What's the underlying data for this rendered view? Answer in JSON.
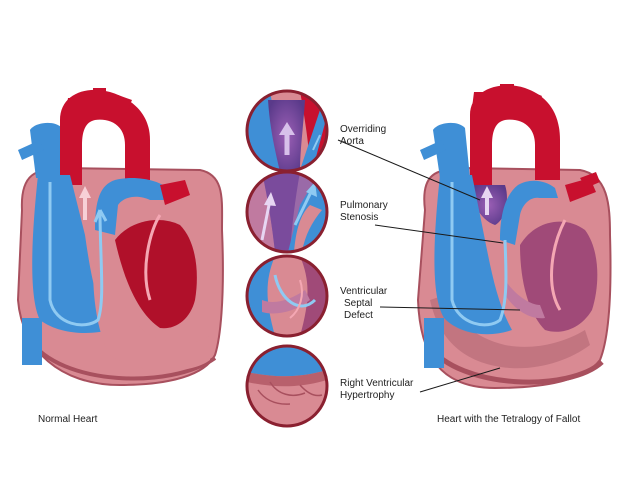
{
  "captions": {
    "normal": "Normal Heart",
    "tetralogy": "Heart with the Tetralogy of Fallot"
  },
  "callouts": [
    {
      "line1": "Overriding",
      "line2": "Aorta"
    },
    {
      "line1": "Pulmonary",
      "line2": "Stenosis"
    },
    {
      "line1": "Ventricular",
      "line2": "Septal",
      "line3": "Defect"
    },
    {
      "line1": "Right Ventricular",
      "line2": "Hypertrophy"
    }
  ],
  "colors": {
    "oxygenated": "#c8102e",
    "deoxygenated": "#3f8fd6",
    "muscle": "#d98a93",
    "muscle_dark": "#b8606c",
    "mixed": "#8a4fa0",
    "outline": "#8a2030"
  }
}
